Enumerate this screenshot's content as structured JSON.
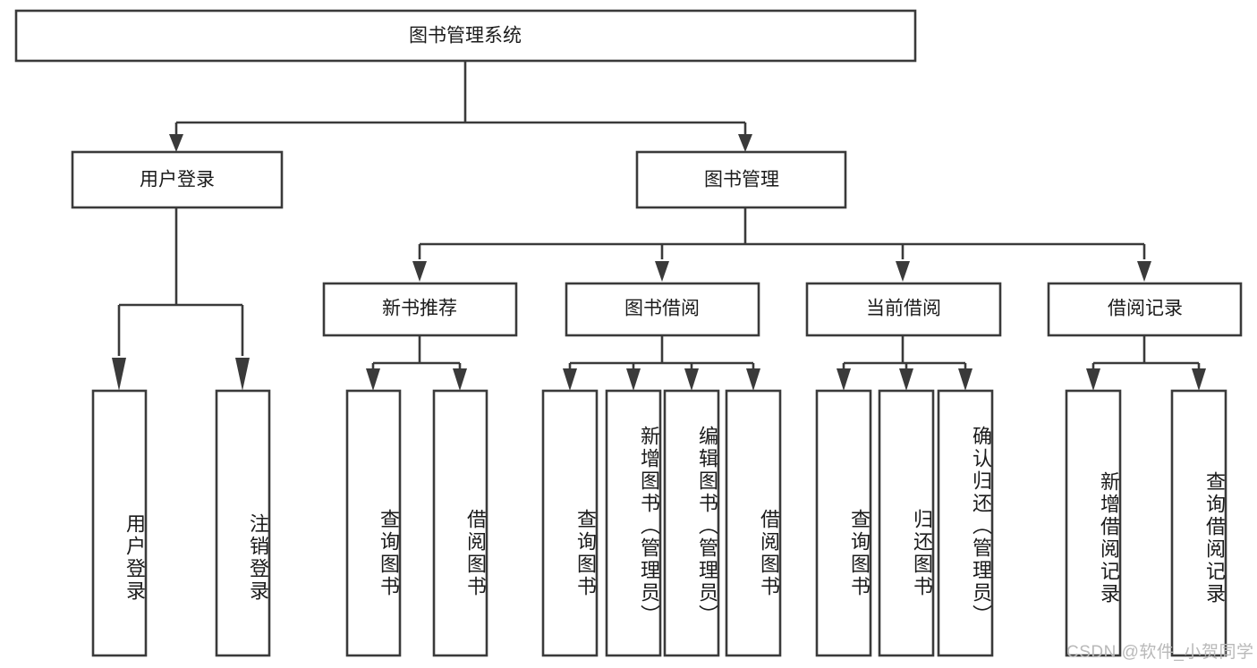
{
  "diagram": {
    "title_node": {
      "label": "图书管理系统"
    },
    "level2": [
      {
        "label": "用户登录"
      },
      {
        "label": "图书管理"
      }
    ],
    "level3": [
      {
        "label": "新书推荐"
      },
      {
        "label": "图书借阅"
      },
      {
        "label": "当前借阅"
      },
      {
        "label": "借阅记录"
      }
    ],
    "leaves": {
      "user_login": [
        {
          "label": "用户登录"
        },
        {
          "label": "注销登录"
        }
      ],
      "new_book_recommend": [
        {
          "label": "查询图书"
        },
        {
          "label": "借阅图书"
        }
      ],
      "book_borrow": [
        {
          "label": "查询图书"
        },
        {
          "label": "新增图书（管理员）"
        },
        {
          "label": "编辑图书（管理员）"
        },
        {
          "label": "借阅图书"
        }
      ],
      "current_borrow": [
        {
          "label": "查询图书"
        },
        {
          "label": "归还图书"
        },
        {
          "label": "确认归还（管理员）"
        }
      ],
      "borrow_record": [
        {
          "label": "新增借阅记录"
        },
        {
          "label": "查询借阅记录"
        }
      ]
    }
  },
  "watermark": {
    "text": "CSDN @软件_小贺同学"
  },
  "colors": {
    "stroke": "#3a3a3a",
    "box_fill": "#ffffff",
    "text": "#1b1b1b",
    "watermark": "#b9b9b9",
    "background": "#ffffff"
  }
}
